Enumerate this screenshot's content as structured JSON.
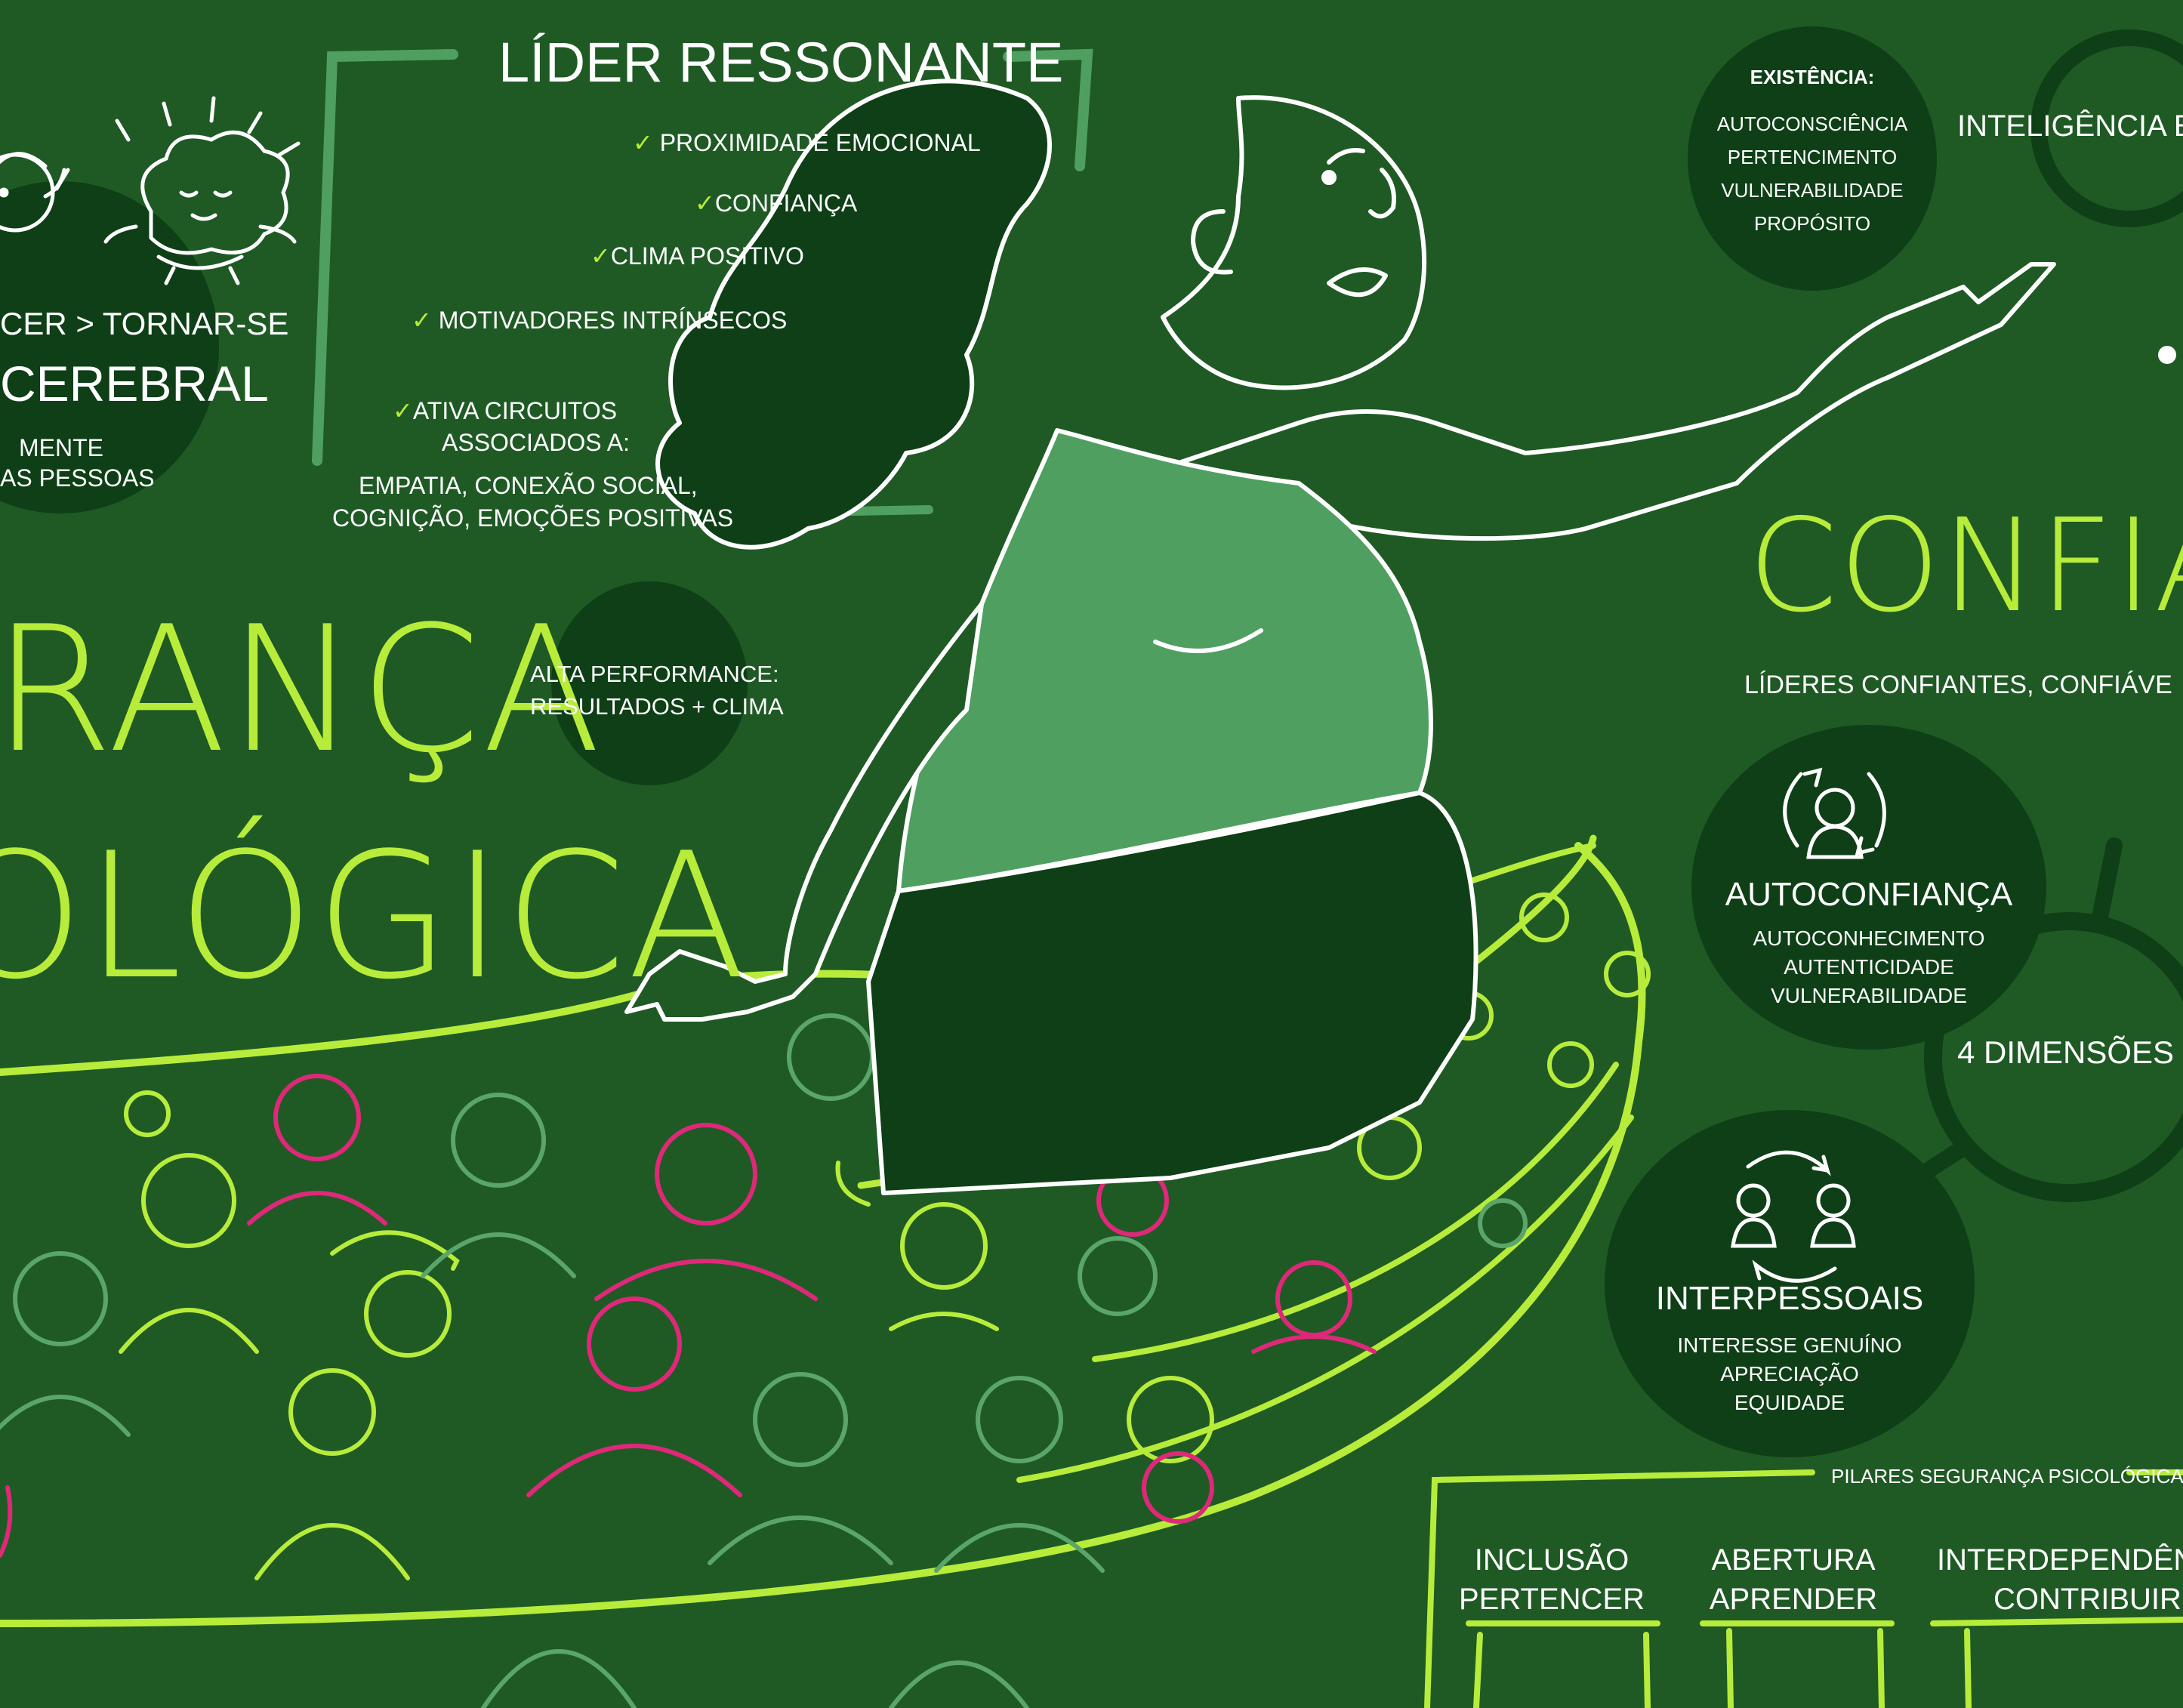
{
  "colors": {
    "background": "#1f5a25",
    "dark_blob": "#0e3f16",
    "lime": "#b7ec3a",
    "pink": "#e0287a",
    "soft_green": "#5aa66a",
    "white": "#ffffff"
  },
  "left": {
    "line1": "CER > TORNAR-SE",
    "line2": "CEREBRAL",
    "line3": "MENTE",
    "line4": "AS PESSOAS"
  },
  "big_title": {
    "line1": "RANÇA",
    "line2": "OLÓGICA"
  },
  "lider": {
    "title": "LÍDER RESSONANTE",
    "checks": [
      "PROXIMIDADE EMOCIONAL",
      "CONFIANÇA",
      "CLIMA POSITIVO",
      "MOTIVADORES INTRÍNSECOS",
      "ATIVA CIRCUITOS"
    ],
    "circuits_line2": "ASSOCIADOS A:",
    "circuits_line3": "EMPATIA, CONEXÃO SOCIAL,",
    "circuits_line4": "COGNIÇÃO, EMOÇÕES POSITIVAS"
  },
  "performance": {
    "line1": "ALTA PERFORMANCE:",
    "line2": "RESULTADOS + CLIMA"
  },
  "existencia": {
    "title": "EXISTÊNCIA:",
    "items": [
      "AUTOCONSCIÊNCIA",
      "PERTENCIMENTO",
      "VULNERABILIDADE",
      "PROPÓSITO"
    ]
  },
  "inteligencia": "INTELIGÊNCIA ES",
  "confia": {
    "title": "CONFIA",
    "subtitle": "LÍDERES CONFIANTES, CONFIÁVE"
  },
  "autoconfianca": {
    "title": "AUTOCONFIANÇA",
    "items": [
      "AUTOCONHECIMENTO",
      "AUTENTICIDADE",
      "VULNERABILIDADE"
    ]
  },
  "dimensoes": "4 DIMENSÕES",
  "interpessoais": {
    "title": "INTERPESSOAIS",
    "items": [
      "INTERESSE GENUÍNO",
      "APRECIAÇÃO",
      "EQUIDADE"
    ]
  },
  "pilares": {
    "label": "PILARES SEGURANÇA PSICOLÓGICA",
    "items": [
      {
        "l1": "INCLUSÃO",
        "l2": "PERTENCER"
      },
      {
        "l1": "ABERTURA",
        "l2": "APRENDER"
      },
      {
        "l1": "INTERDEPENDÊNC",
        "l2": "CONTRIBUIR"
      }
    ]
  }
}
